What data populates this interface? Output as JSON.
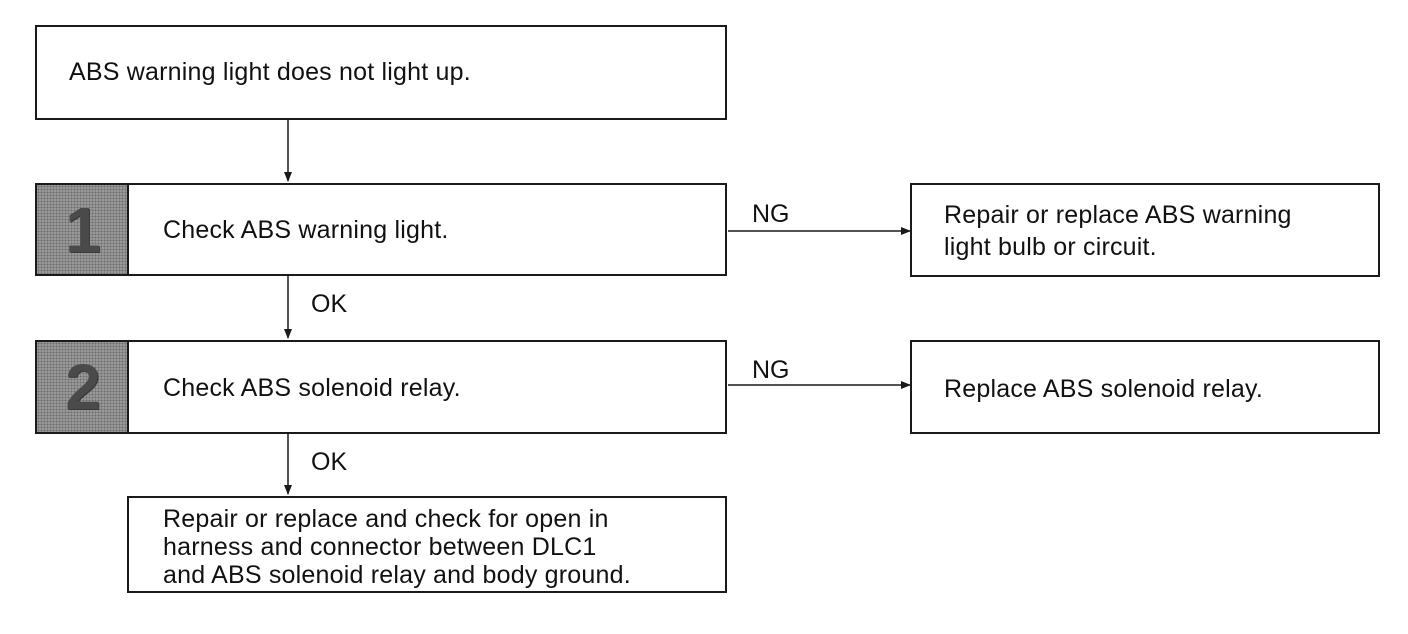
{
  "flowchart": {
    "start": "ABS warning light does not light up.",
    "steps": [
      {
        "number": "1",
        "check": "Check ABS warning light.",
        "ng_label": "NG",
        "ng_action": [
          "Repair or replace ABS warning",
          "light bulb or circuit."
        ],
        "ok_label": "OK"
      },
      {
        "number": "2",
        "check": "Check ABS solenoid relay.",
        "ng_label": "NG",
        "ng_action": [
          "Replace ABS solenoid relay."
        ],
        "ok_label": "OK"
      }
    ],
    "final_action": [
      "Repair or replace and check for open in",
      "harness and connector between DLC1",
      "and ABS solenoid relay and body ground."
    ]
  }
}
